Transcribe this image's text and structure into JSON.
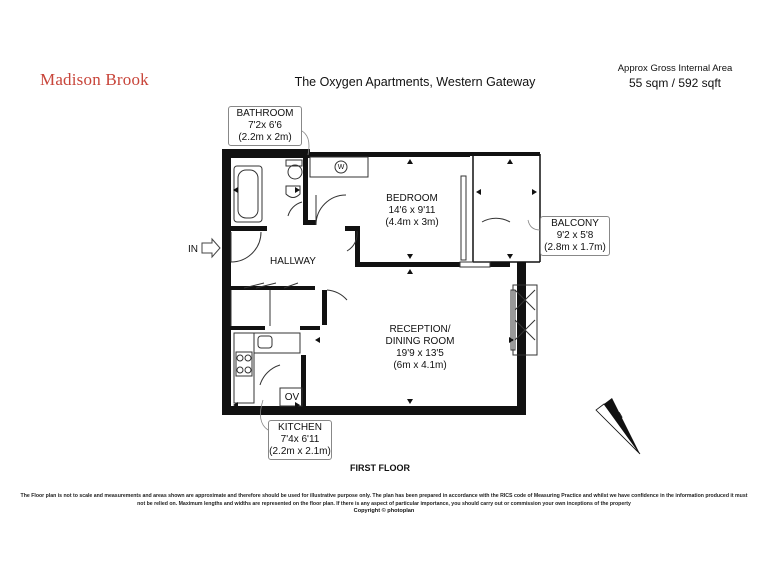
{
  "brand": "Madison Brook",
  "title": "The Oxygen Apartments, Western Gateway",
  "area": {
    "label": "Approx Gross Internal Area",
    "value": "55 sqm / 592 sqft"
  },
  "rooms": {
    "bathroom": {
      "name": "BATHROOM",
      "imperial": "7'2x 6'6",
      "metric": "(2.2m x 2m)"
    },
    "bedroom": {
      "name": "BEDROOM",
      "imperial": "14'6 x 9'11",
      "metric": "(4.4m x 3m)"
    },
    "balcony": {
      "name": "BALCONY",
      "imperial": "9'2 x 5'8",
      "metric": "(2.8m x 1.7m)"
    },
    "hallway": {
      "name": "HALLWAY"
    },
    "reception": {
      "name1": "RECEPTION/",
      "name2": "DINING ROOM",
      "imperial": "19'9 x 13'5",
      "metric": "(6m x 4.1m)"
    },
    "kitchen": {
      "name": "KITCHEN",
      "imperial": "7'4x 6'11",
      "metric": "(2.2m x 2.1m)"
    }
  },
  "markers": {
    "entrance": "IN",
    "washer": "W",
    "oven": "OV",
    "north": "N"
  },
  "floor_label": "FIRST FLOOR",
  "disclaimer": "The Floor plan is not to scale and measurements and areas shown are approximate and therefore should be used for illustrative purpose only. The plan has been prepared in accordance with the RICS code of Measuring Practice and whilst we have confidence in the information produced it must not be relied on. Maximum lengths and widths are represented on the floor plan. If there is any aspect of particular importance, you should carry out or commission your own inceptions of the property",
  "copyright": "Copyright © photoplan",
  "colors": {
    "brand": "#c8453a",
    "wall": "#111111"
  }
}
